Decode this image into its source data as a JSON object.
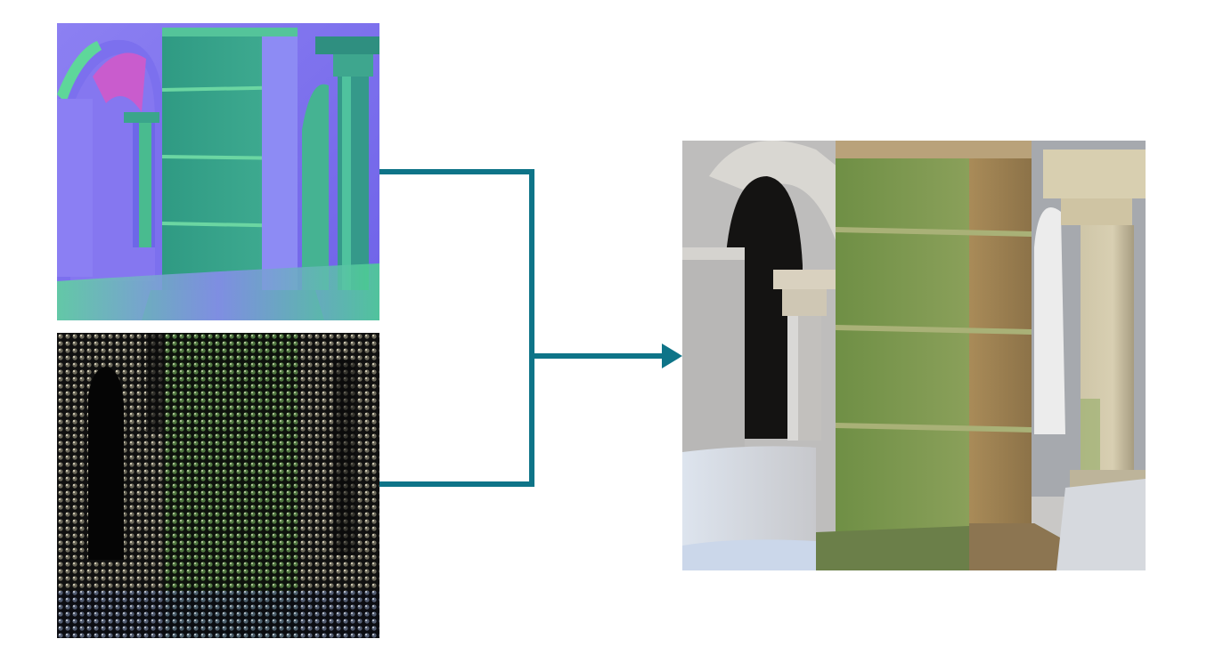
{
  "diagram": {
    "inputs": [
      {
        "id": "normal-map-render",
        "palette": {
          "base": "#7b6bef",
          "mid": "#8f86f4",
          "highlight": "#b59bf7",
          "green": "#47c98d",
          "teal": "#2f9b86",
          "pink": "#c457c9"
        }
      },
      {
        "id": "lighting-buffer-render",
        "palette": {
          "base": "#0c0c0c",
          "dot": "#6d6a5c",
          "green": "#5c8d4a",
          "blue": "#4c5a78"
        }
      }
    ],
    "output": {
      "id": "shaded-result-render",
      "palette": {
        "sky": "#d7dbe4",
        "stone": "#c7c4be",
        "shadow": "#141312",
        "pillar_green": "#7f9a52",
        "pillar_tan": "#a68a5a",
        "floor": "#c8d3e2",
        "column": "#cdc3a5"
      }
    },
    "connector": {
      "color": "#0e7488",
      "arrow": "arrow-right-icon"
    }
  }
}
